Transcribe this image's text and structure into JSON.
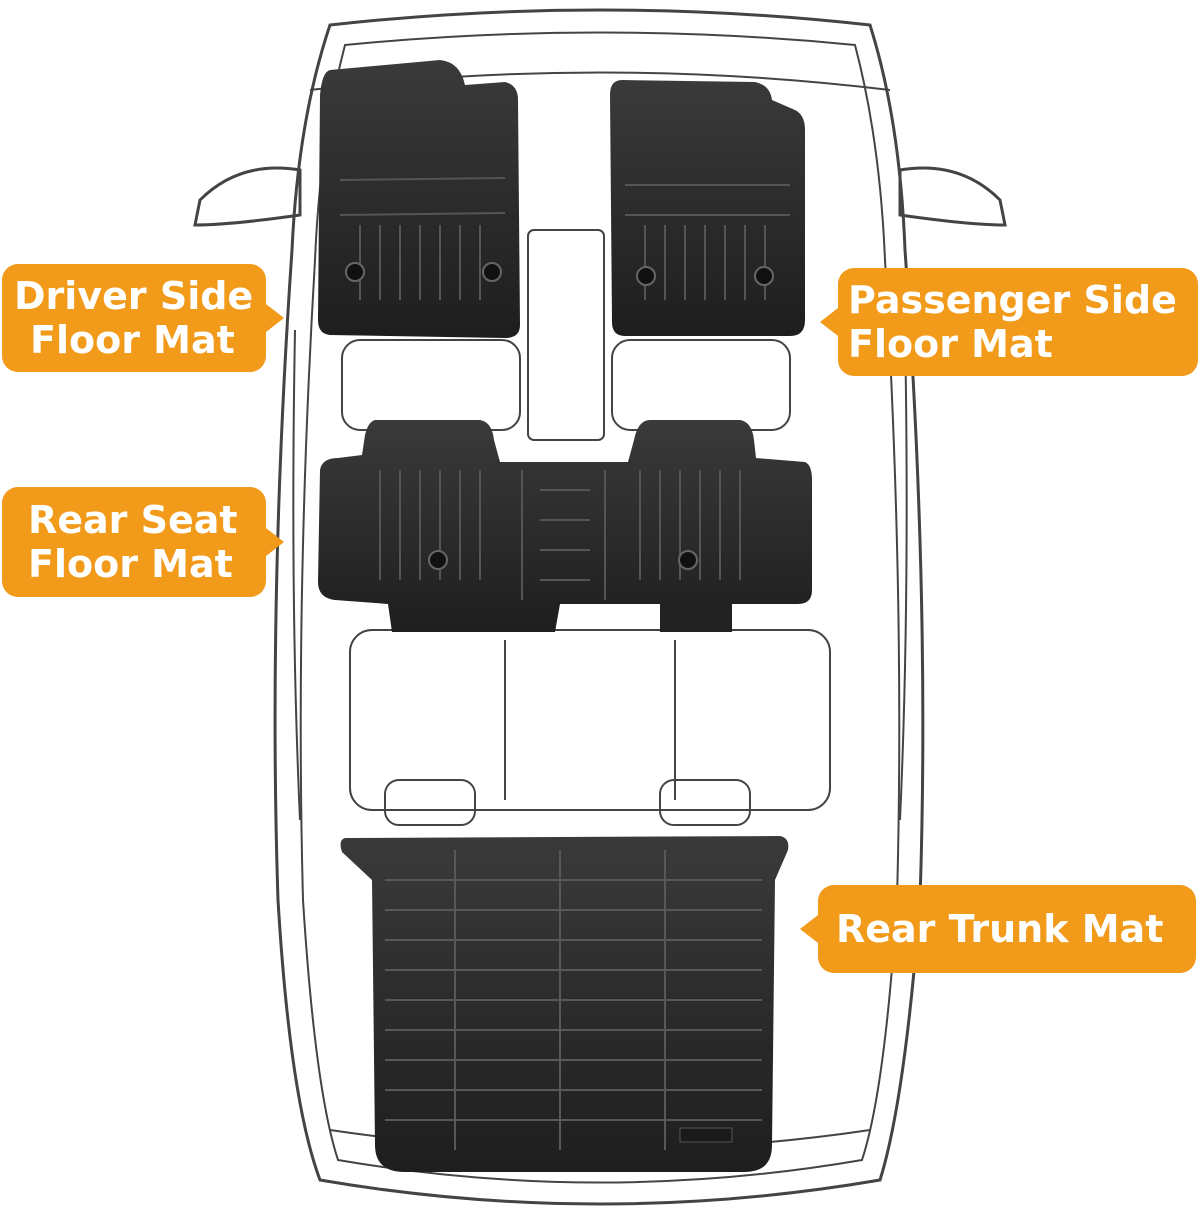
{
  "labels": {
    "driver": {
      "line1": "Driver Side",
      "line2": "Floor Mat"
    },
    "passenger": {
      "line1": "Passenger Side",
      "line2": "Floor Mat"
    },
    "rear_seat": {
      "line1": "Rear Seat",
      "line2": "Floor Mat"
    },
    "trunk": {
      "line1": "Rear Trunk Mat"
    }
  },
  "colors": {
    "callout": "#f29a1a",
    "callout_text": "#ffffff",
    "mat": "#2b2b2b",
    "outline": "#3a3a3a",
    "background": "#ffffff"
  }
}
